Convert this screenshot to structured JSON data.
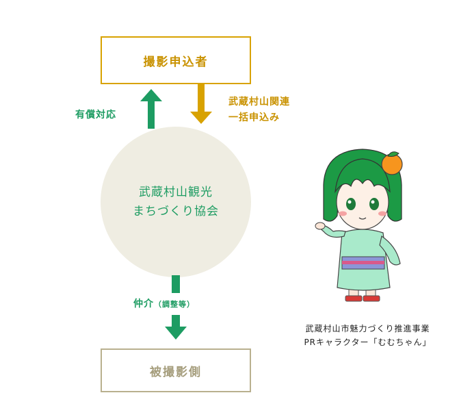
{
  "nodes": {
    "applicant": "撮影申込者",
    "association_line1": "武蔵村山観光",
    "association_line2": "まちづくり協会",
    "subject": "被撮影側"
  },
  "edges": {
    "up_label": "有償対応",
    "down_label_line1": "武蔵村山関連",
    "down_label_line2": "一括申込み",
    "mediation_label_main": "仲介",
    "mediation_label_paren": "（調整等）"
  },
  "mascot": {
    "caption_line1": "武蔵村山市魅力づくり推進事業",
    "caption_line2": "PRキャラクター「むむちゃん」"
  },
  "colors": {
    "gold": "#d8a200",
    "green": "#1d9c62",
    "beige": "#efede2",
    "gray_gold": "#b9b08e"
  }
}
